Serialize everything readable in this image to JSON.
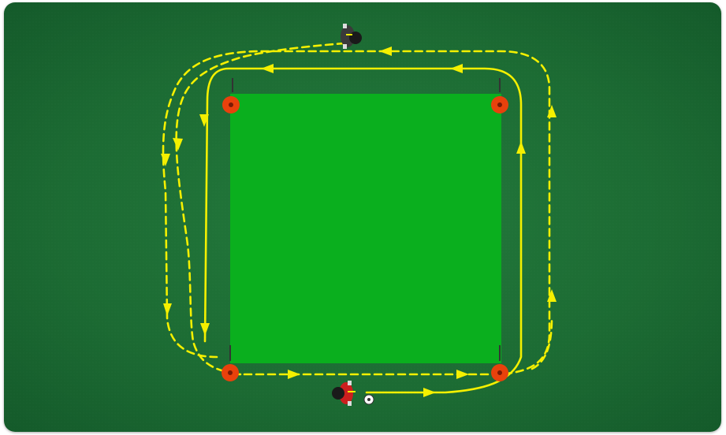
{
  "diagram": {
    "colors": {
      "pitch": "#1c6b33",
      "grid_square": "#0aaf1e",
      "run_line": "#f4f000",
      "cone": "#e8410c",
      "player_red": "#cc1f1f",
      "player_dark": "#222222"
    },
    "elements": {
      "grid_square": "training-grid",
      "cones": [
        "top-left-cone",
        "top-right-cone",
        "bottom-left-cone",
        "bottom-right-cone"
      ],
      "poles": [
        "top-left-pole",
        "top-right-pole",
        "bottom-left-pole",
        "bottom-right-pole"
      ],
      "players": [
        {
          "name": "top-player",
          "team": "dark",
          "icon": "player-icon"
        },
        {
          "name": "bottom-player",
          "team": "red",
          "icon": "player-icon",
          "has_ball": true
        }
      ],
      "ball_icon": "soccer-ball-icon",
      "paths": [
        {
          "name": "solid-dribble-path",
          "style": "solid",
          "direction": "counter-clockwise"
        },
        {
          "name": "dashed-run-path-outer",
          "style": "dashed",
          "direction": "counter-clockwise"
        },
        {
          "name": "dashed-run-path-inner",
          "style": "dashed",
          "direction": "counter-clockwise"
        }
      ]
    }
  }
}
